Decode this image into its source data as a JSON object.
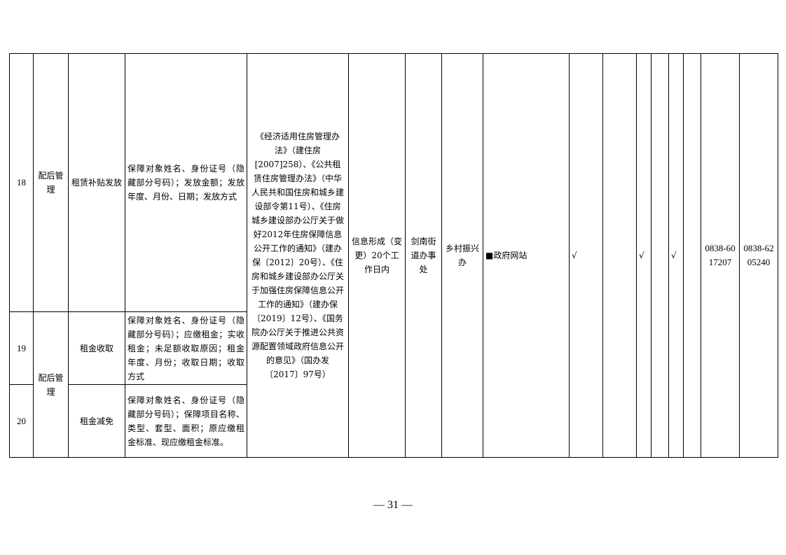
{
  "rows": [
    {
      "no": "18",
      "category": "配后管理",
      "item": "租赁补贴发放",
      "content": "保障对象姓名、身份证号（隐藏部分号码）；发放金额；发放年度、月份、日期；发放方式"
    },
    {
      "no": "19",
      "category": "配后管理",
      "item": "租金收取",
      "content": "保障对象姓名、身份证号（隐藏部分号码）；应缴租金；实收租金；未足额收取原因；租金年度、月份；收取日期；收取方式"
    },
    {
      "no": "20",
      "category": "",
      "item": "租金减免",
      "content": "保障对象姓名、身份证号（隐藏部分号码）；保障项目名称、类型、套型、面积；原应缴租金标准、现应缴租金标准。"
    }
  ],
  "shared": {
    "basis": "《经济适用住房管理办法》（建住房[2007]258）、《公共租赁住房管理办法》（中华人民共和国住房和城乡建设部令第11号）、《住房城乡建设部办公厅关于做好2012年住房保障信息公开工作的通知》（建办保〔2012〕20号）、《住房和城乡建设部办公厅关于加强住房保障信息公开工作的通知》（建办保〔2019〕12号）、《国务院办公厅关于推进公共资源配置领域政府信息公开的意见》（国办发〔2017〕97号）",
    "time_limit": "信息形成（变更）20个工作日内",
    "subject": "剑南街道办事处",
    "department": "乡村振兴办",
    "channel": "■政府网站",
    "check_1": "√",
    "check_2": "√",
    "check_3": "√",
    "phone_1": "0838-6017207",
    "phone_2": "0838-6205240"
  },
  "footer": {
    "page_number": "— 31 —"
  }
}
